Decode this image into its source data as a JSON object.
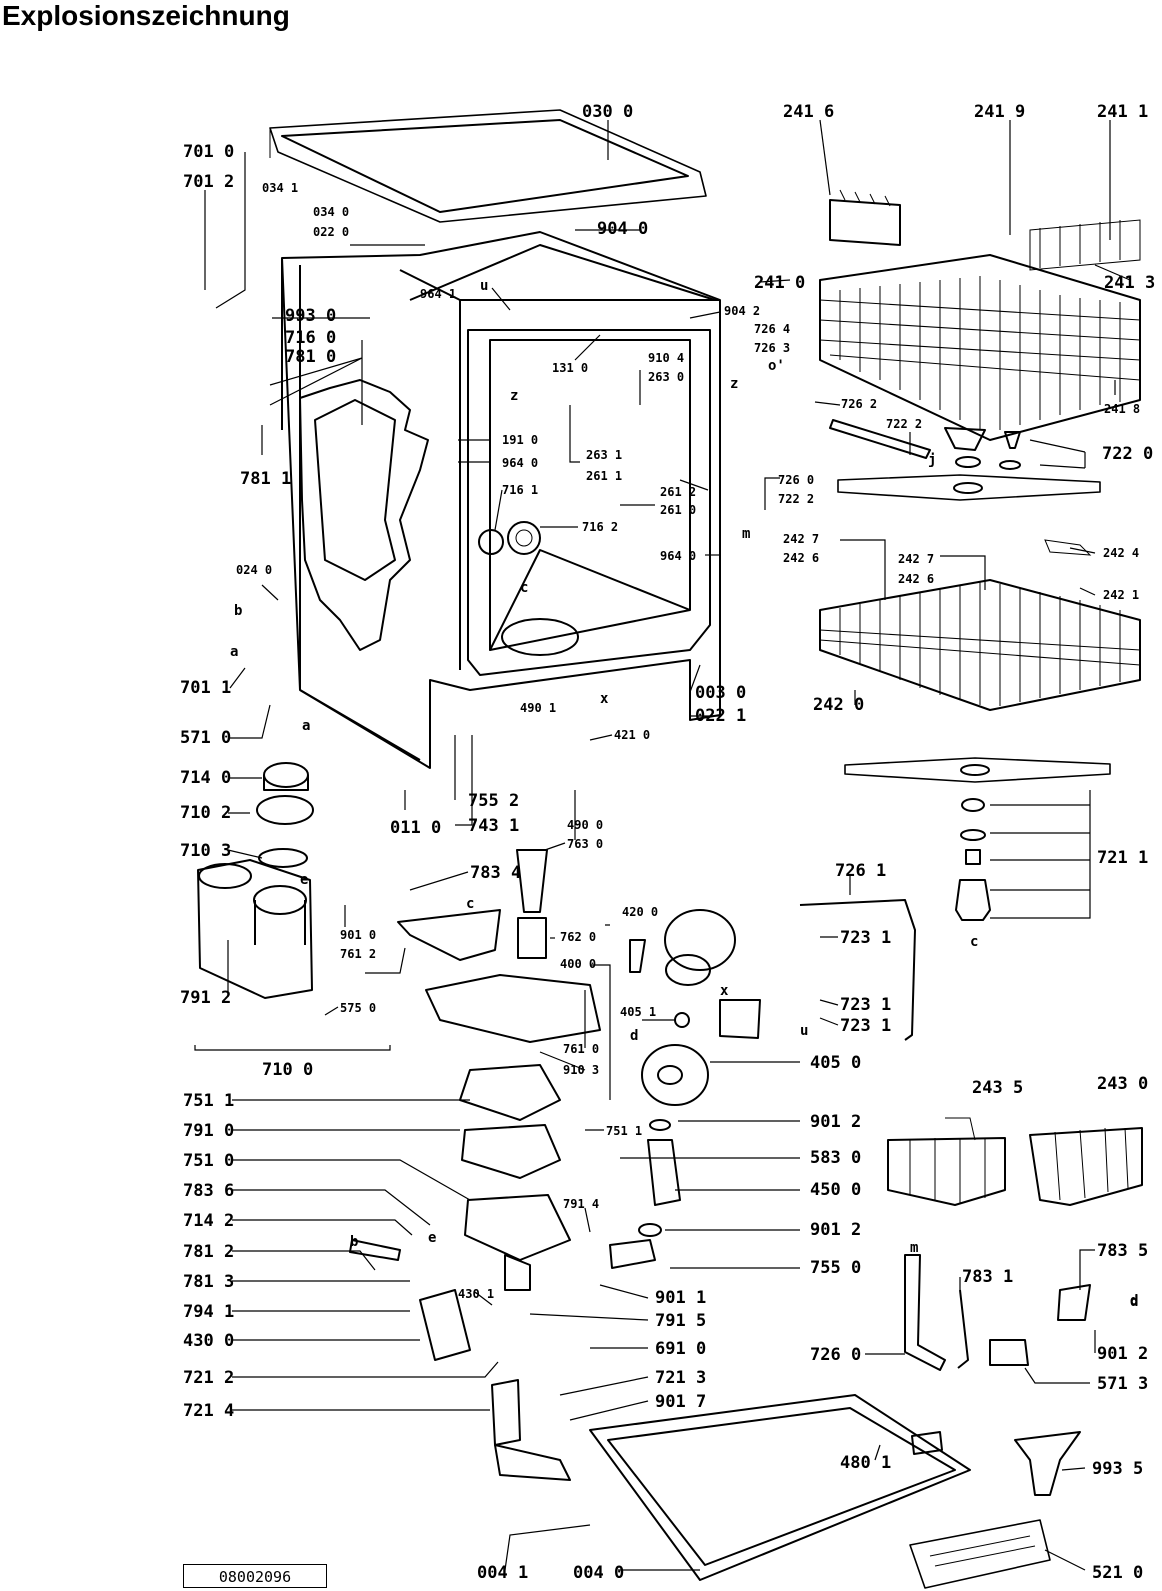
{
  "title": "Explosionszeichnung",
  "document_number": "08002096",
  "part_labels": [
    "030 0",
    "241 6",
    "241 9",
    "241 1",
    "701 0",
    "701 2",
    "034 1",
    "034 0",
    "022 0",
    "904 0",
    "241 0",
    "241 3",
    "964 1",
    "993 0",
    "904 2",
    "716 0",
    "726 4",
    "726 3",
    "781 0",
    "910 4",
    "131 0",
    "263 0",
    "726 2",
    "241 8",
    "722 2",
    "722 0",
    "263 1",
    "261 1",
    "191 0",
    "964 0",
    "261 2",
    "261 0",
    "726 0",
    "722 2",
    "781 1",
    "716 1",
    "716 2",
    "964 0",
    "242 7",
    "242 6",
    "242 7",
    "242 6",
    "242 4",
    "024 0",
    "242 1",
    "701 1",
    "003 0",
    "022 1",
    "242 0",
    "571 0",
    "490 1",
    "421 0",
    "714 0",
    "710 2",
    "755 2",
    "743 1",
    "011 0",
    "490 0",
    "763 0",
    "710 3",
    "721 1",
    "783 4",
    "726 1",
    "901 0",
    "761 2",
    "762 0",
    "420 0",
    "400 0",
    "723 1",
    "791 2",
    "575 0",
    "723 1",
    "723 1",
    "405 1",
    "710 0",
    "761 0",
    "910 3",
    "405 0",
    "751 1",
    "751 1",
    "791 0",
    "901 2",
    "751 0",
    "583 0",
    "783 6",
    "450 0",
    "791 4",
    "243 5",
    "243 0",
    "714 2",
    "901 2",
    "781 2",
    "755 0",
    "783 5",
    "430 1",
    "781 3",
    "901 1",
    "783 1",
    "794 1",
    "791 5",
    "430 0",
    "691 0",
    "726 0",
    "901 2",
    "721 2",
    "721 3",
    "571 3",
    "721 4",
    "901 7",
    "480 1",
    "993 5",
    "004 1",
    "004 0",
    "521 0"
  ],
  "reference_letters": [
    "u",
    "z",
    "z",
    "o'",
    "m",
    "c",
    "b",
    "a",
    "a",
    "x",
    "e",
    "c",
    "c",
    "d",
    "x",
    "u",
    "d",
    "b",
    "e",
    "j",
    "m",
    "d"
  ]
}
